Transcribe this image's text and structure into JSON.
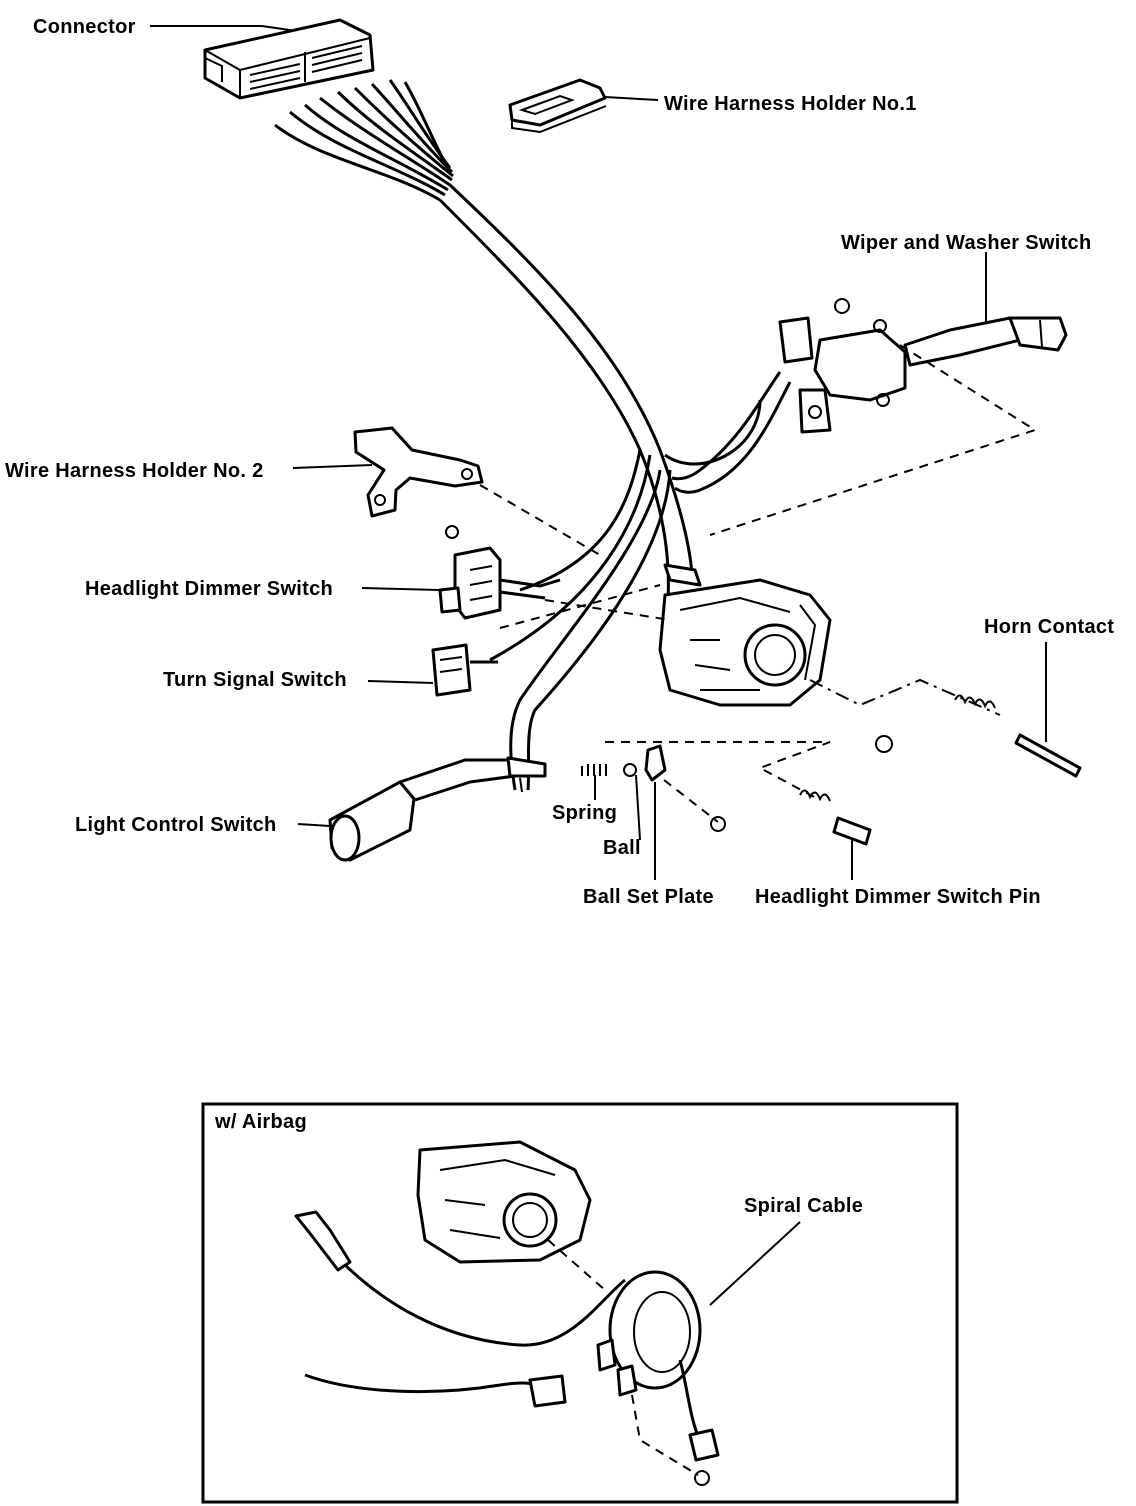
{
  "labels": {
    "connector": "Connector",
    "wire_harness_holder_1": "Wire Harness Holder No.1",
    "wiper_washer_switch": "Wiper and Washer Switch",
    "wire_harness_holder_2": "Wire Harness Holder No. 2",
    "headlight_dimmer_switch": "Headlight Dimmer Switch",
    "horn_contact": "Horn Contact",
    "turn_signal_switch": "Turn Signal Switch",
    "spring": "Spring",
    "ball": "Ball",
    "light_control_switch": "Light Control Switch",
    "ball_set_plate": "Ball Set Plate",
    "headlight_dimmer_switch_pin": "Headlight Dimmer Switch Pin"
  },
  "inset": {
    "title": "w/ Airbag",
    "spiral_cable": "Spiral Cable"
  }
}
